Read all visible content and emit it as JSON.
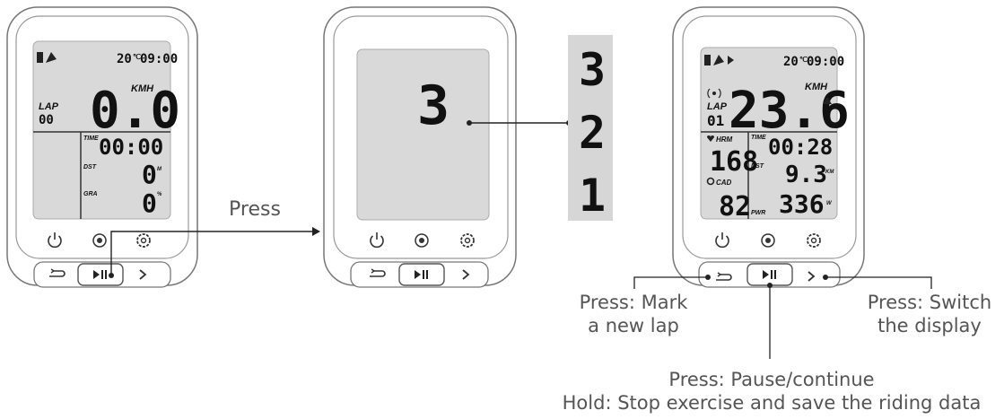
{
  "labels": {
    "press": "Press",
    "lap_press_line1": "Press: Mark",
    "lap_press_line2": "a new lap",
    "switch_line1": "Press: Switch",
    "switch_line2": "the display",
    "pause_line1": "Press: Pause/continue",
    "pause_line2": "Hold: Stop exercise and save the riding data"
  },
  "device1": {
    "temp": "20",
    "temp_unit": "℃",
    "clock": "09:00",
    "speed": "0.0",
    "speed_unit": "KMH",
    "lap_label": "LAP",
    "lap_value": "00",
    "time_label": "TIME",
    "time_value": "00:00",
    "dst_label": "DST",
    "dst_value": "0",
    "dst_unit": "M",
    "gra_label": "GRA",
    "gra_value": "0",
    "gra_unit": "%"
  },
  "device2": {
    "countdown": "3"
  },
  "countdown_strip": [
    "3",
    "2",
    "1"
  ],
  "device3": {
    "temp": "20",
    "temp_unit": "℃",
    "clock": "09:00",
    "speed": "23.6",
    "speed_unit": "KMH",
    "lap_label": "LAP",
    "lap_value": "01",
    "hrm_label": "HRM",
    "hrm_value": "168",
    "cad_label": "CAD",
    "cad_value": "82",
    "time_label": "TIME",
    "time_value": "00:28",
    "dst_label": "DST",
    "dst_value": "9.3",
    "dst_unit": "KM",
    "pwr_label": "PWR",
    "pwr_value": "336",
    "pwr_unit": "W"
  },
  "icons": [
    "power-icon",
    "record-icon",
    "settings-icon",
    "lap-icon",
    "play-pause-icon",
    "next-icon"
  ]
}
